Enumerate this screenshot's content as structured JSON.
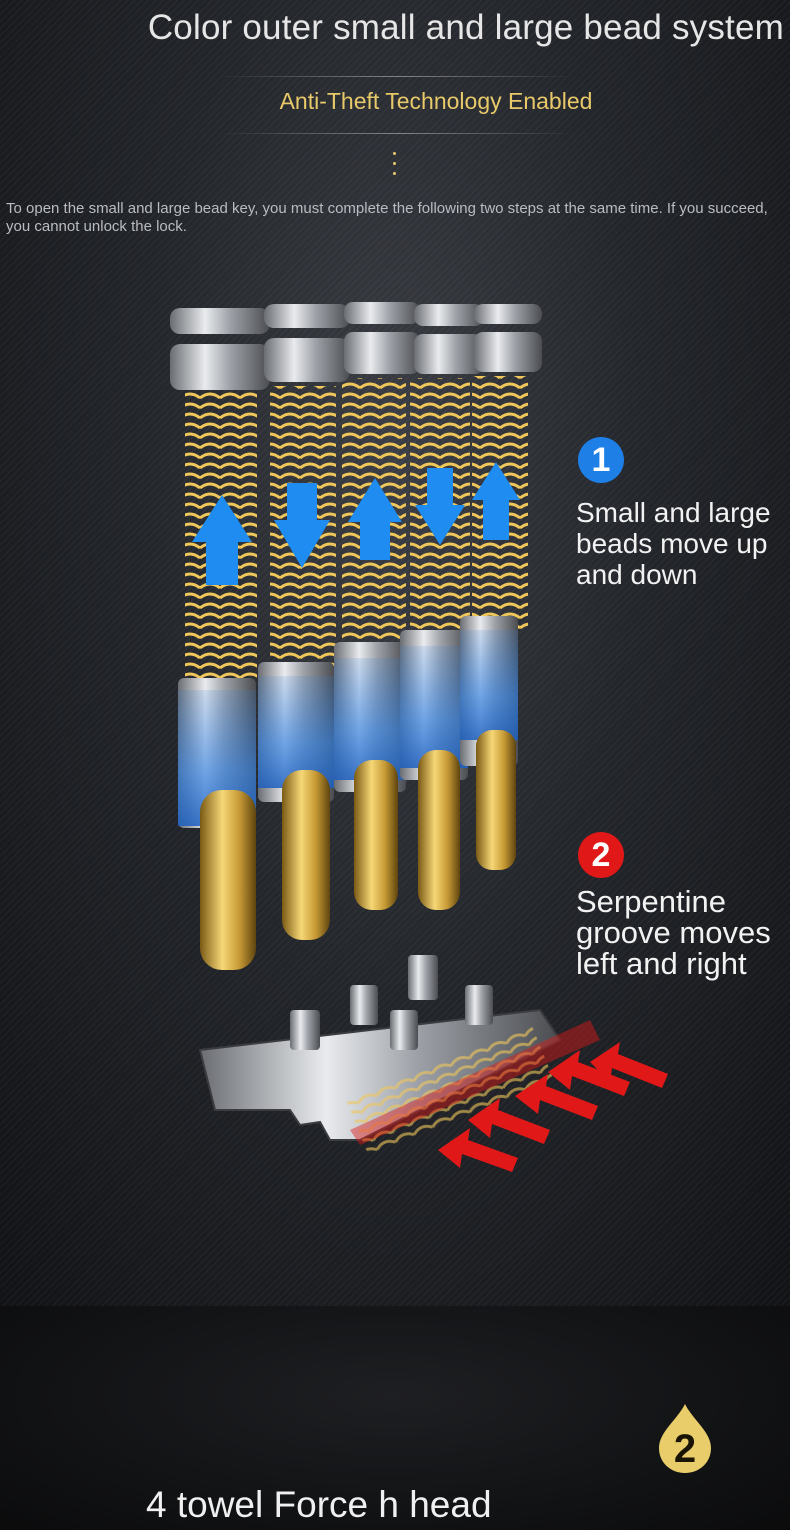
{
  "header": {
    "title": "Color outer small and large bead system",
    "subtitle": "Anti-Theft Technology Enabled",
    "description": "To open the small and large bead key, you must complete the following two steps at the same time. If you succeed, you cannot unlock the lock."
  },
  "steps": [
    {
      "number": "1",
      "caption": "Small and large\nbeads move up\nand down",
      "color": "#1e7fe6"
    },
    {
      "number": "2",
      "caption": "Serpentine\ngroove moves\nleft and right",
      "color": "#e01818"
    }
  ],
  "footer": {
    "badge_number": "2",
    "text": "4 towel Force h head"
  },
  "colors": {
    "accent_gold": "#e8c96a",
    "arrow_blue": "#1e8cf0",
    "arrow_red": "#e01818"
  },
  "icons": [
    "up-arrow-icon",
    "down-arrow-icon",
    "left-arrow-icon",
    "drop-badge-icon"
  ]
}
